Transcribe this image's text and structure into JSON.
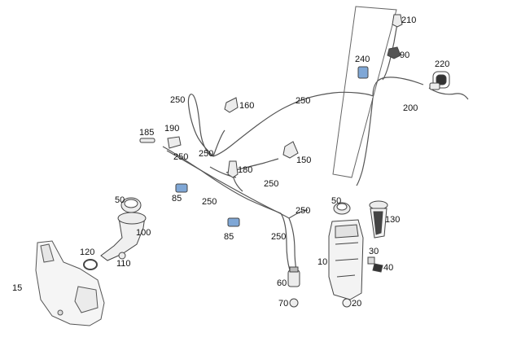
{
  "labels": {
    "p210": "210",
    "p90": "90",
    "p220": "220",
    "p240": "240",
    "p200": "200",
    "p250_a": "250",
    "p160": "160",
    "p250_b": "250",
    "p185": "185",
    "p190": "190",
    "p250_c": "250",
    "p250_d": "250",
    "p150": "150",
    "p180": "180",
    "p85_a": "85",
    "p250_e": "250",
    "p250_f": "250",
    "p250_g": "250",
    "p50_a": "50",
    "p50_b": "50",
    "p130": "130",
    "p100": "100",
    "p85_b": "85",
    "p250_h": "250",
    "p120": "120",
    "p110": "110",
    "p30": "30",
    "p10": "10",
    "p40": "40",
    "p15": "15",
    "p60": "60",
    "p70": "70",
    "p20": "20"
  },
  "colors": {
    "line": "#555555",
    "part_stroke": "#444444",
    "part_fill": "#ececec",
    "clip_blue": "#7fa7d6",
    "dark_part": "#3a3a3a"
  }
}
